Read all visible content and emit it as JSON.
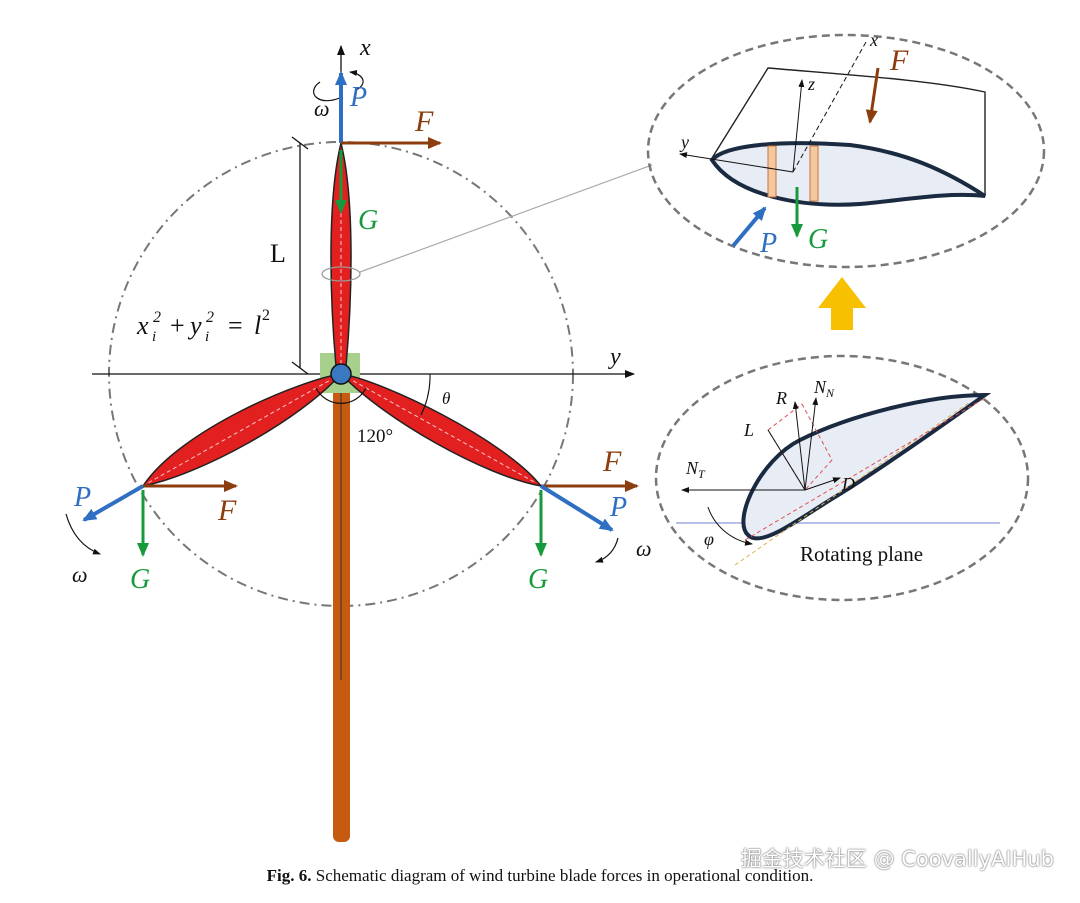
{
  "caption": {
    "prefix": "Fig. 6.",
    "text": "Schematic diagram of wind turbine blade forces in operational condition."
  },
  "watermark": "掘金技术社区 @ CoovallyAIHub",
  "main": {
    "axis_x": "x",
    "axis_y": "y",
    "omega": "ω",
    "force_p": "P",
    "force_f": "F",
    "force_g": "G",
    "length": "L",
    "theta": "θ",
    "angle": "120°",
    "eq_x": "x",
    "eq_i": "i",
    "eq_2": "2",
    "eq_plus": "+",
    "eq_y": "y",
    "eq_equals": "=",
    "eq_l": "l",
    "eq_l2": "2"
  },
  "inset_top": {
    "x": "x",
    "y": "y",
    "z": "z",
    "F": "F",
    "P": "P",
    "G": "G"
  },
  "inset_bottom": {
    "R": "R",
    "N": "N",
    "N_sub": "N",
    "L": "L",
    "D": "D",
    "NT": "N",
    "NT_sub": "T",
    "phi": "φ",
    "plane": "Rotating plane"
  },
  "colors": {
    "blade": "#e32020",
    "tower": "#c65a11",
    "force_p": "#2e6fc4",
    "force_f": "#8b3d0e",
    "force_g": "#169a3c",
    "up_arrow": "#f7c000",
    "hub": "#3a78c2",
    "hub_box": "#a8d08d"
  }
}
